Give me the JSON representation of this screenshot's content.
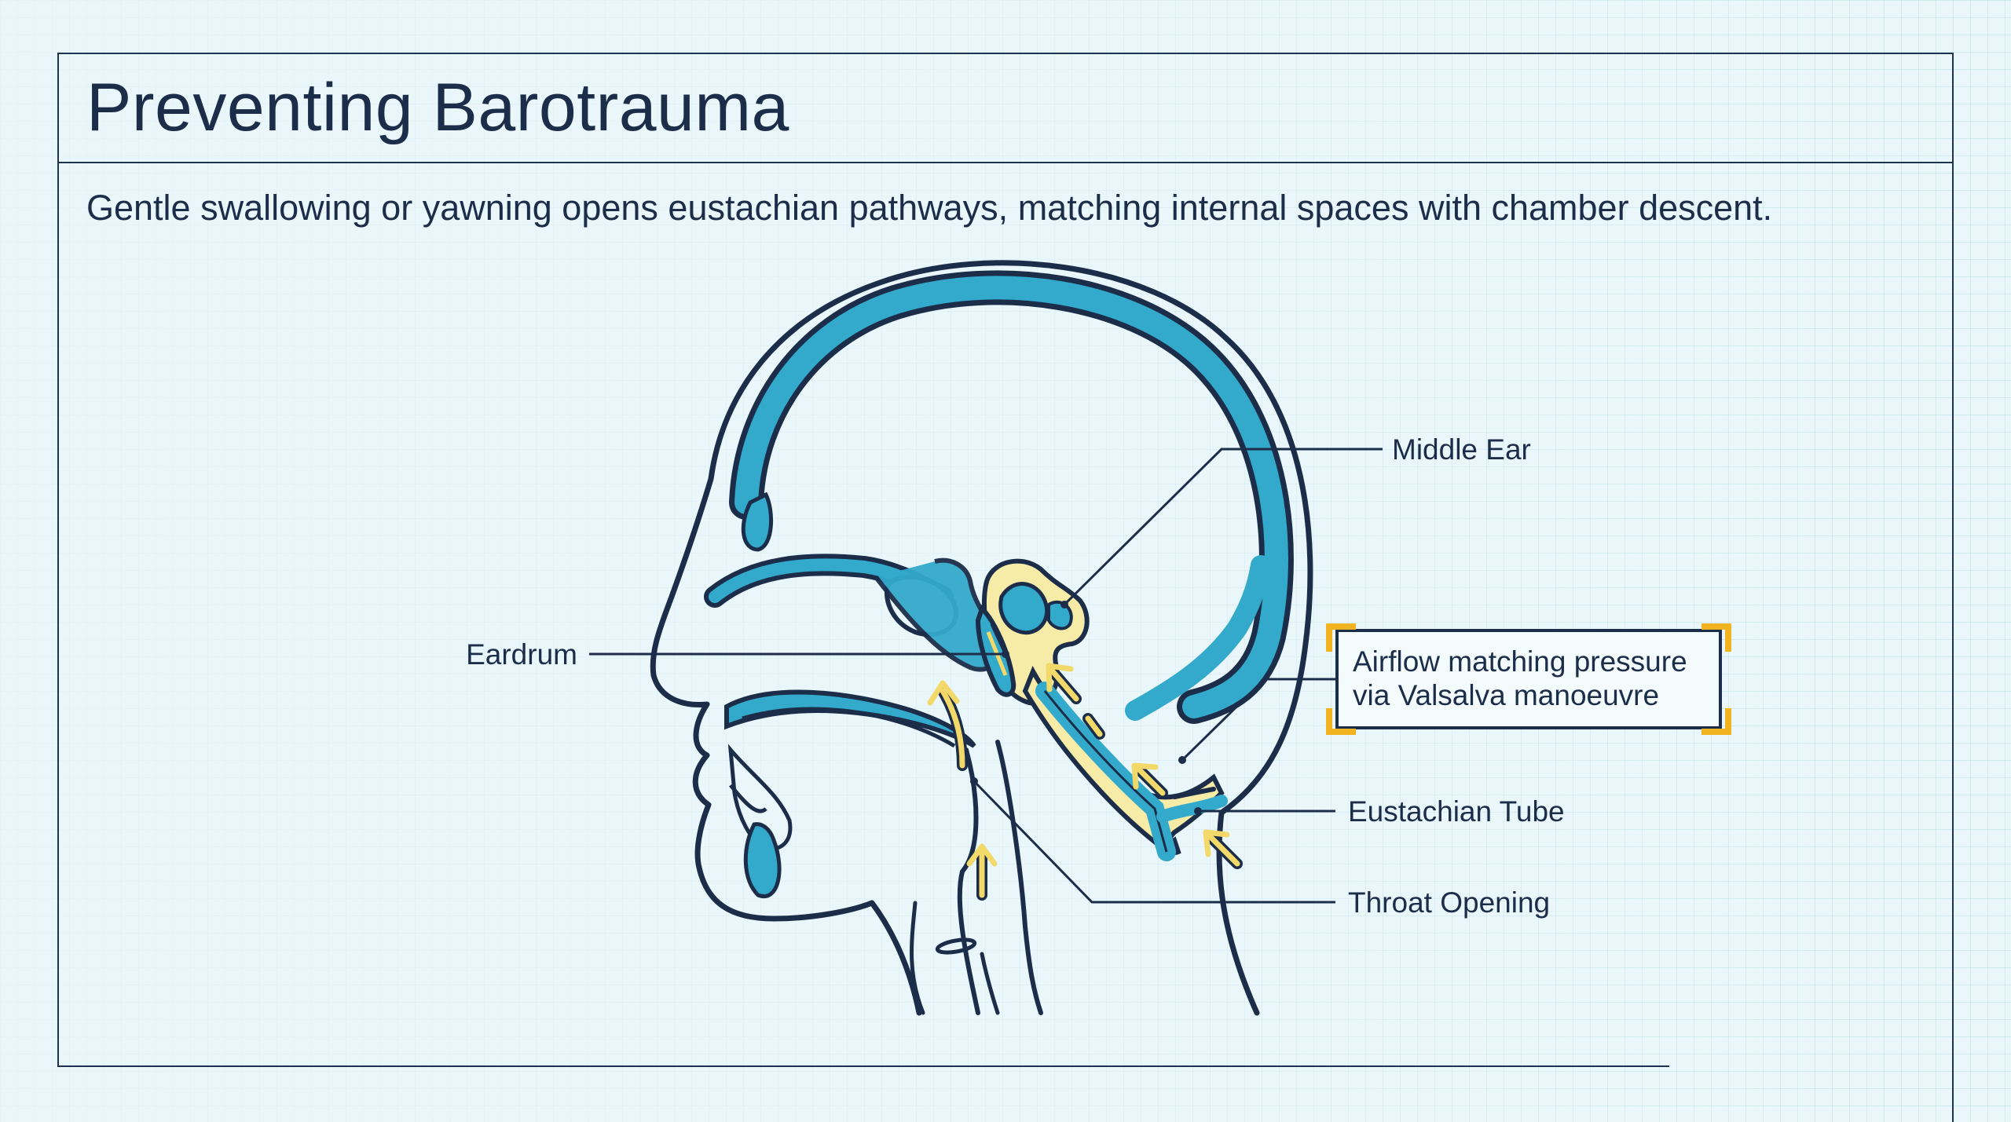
{
  "title": "Preventing Barotrauma",
  "subtitle": "Gentle swallowing or yawning opens eustachian pathways, matching internal spaces with chamber descent.",
  "labels": {
    "middle_ear": "Middle Ear",
    "eardrum": "Eardrum",
    "eustachian_tube": "Eustachian Tube",
    "throat_opening": "Throat Opening"
  },
  "callout": {
    "line1": "Airflow matching pressure",
    "line2": "via Valsalva manoeuvre"
  },
  "colors": {
    "ink": "#1c2d4a",
    "cavity_blue": "#33aacb",
    "airflow_yellow": "#f2d96a",
    "callout_bracket": "#f2b321",
    "background": "#e9f6fa"
  }
}
